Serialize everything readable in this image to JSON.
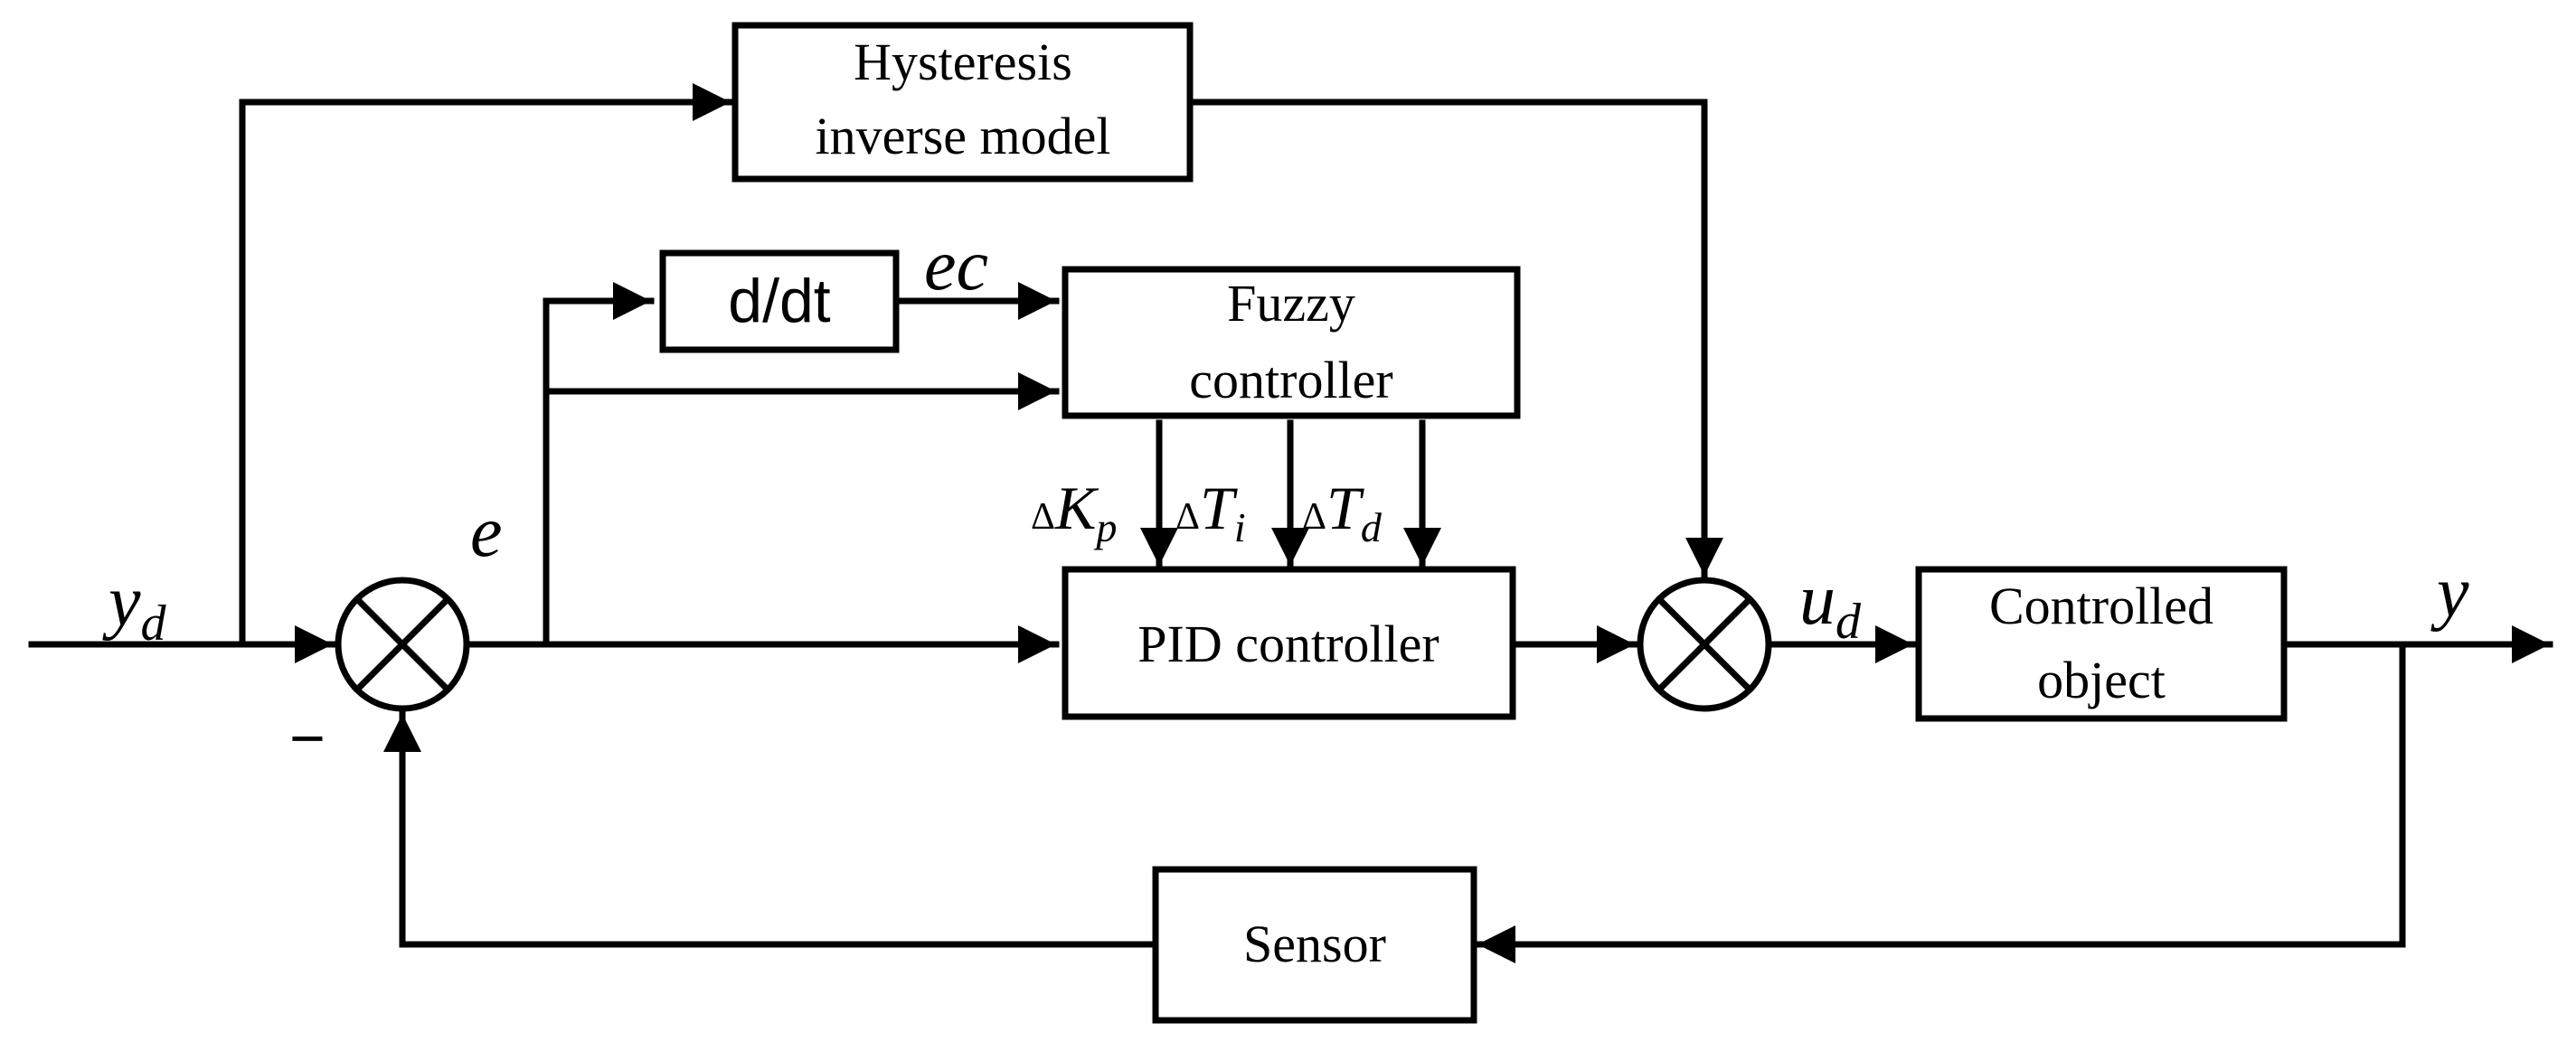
{
  "blocks": {
    "hysteresis": {
      "line1": "Hysteresis",
      "line2": "inverse model"
    },
    "derivative": {
      "label": "d/dt"
    },
    "fuzzy": {
      "line1": "Fuzzy",
      "line2": "controller"
    },
    "pid": {
      "label": "PID controller"
    },
    "plant": {
      "line1": "Controlled",
      "line2": "object"
    },
    "sensor": {
      "label": "Sensor"
    }
  },
  "signals": {
    "reference": {
      "base": "y",
      "sub": "d"
    },
    "error": "e",
    "error_change": "ec",
    "control": {
      "base": "u",
      "sub": "d"
    },
    "output": "y",
    "feedback_sign": "−"
  },
  "gains": [
    {
      "delta": "Δ",
      "base": "K",
      "sub": "p"
    },
    {
      "delta": "Δ",
      "base": "T",
      "sub": "i"
    },
    {
      "delta": "Δ",
      "base": "T",
      "sub": "d"
    }
  ]
}
